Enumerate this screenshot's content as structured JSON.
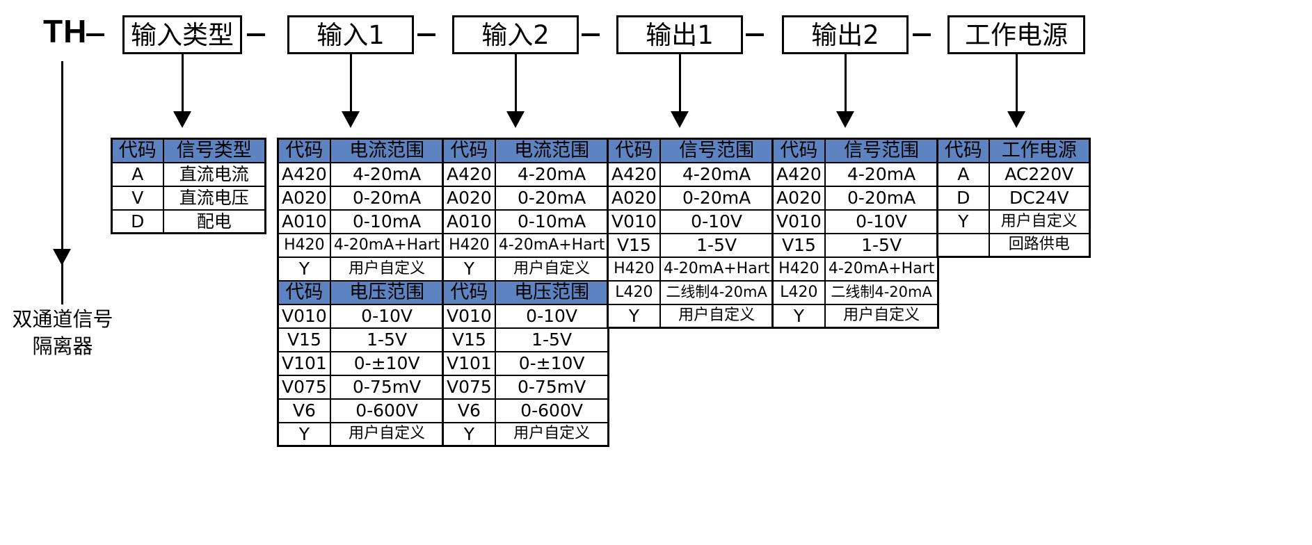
{
  "header": {
    "model_prefix": "TH",
    "separator": "—",
    "segments": [
      {
        "label": "输入类型"
      },
      {
        "label": "输入1"
      },
      {
        "label": "输入2"
      },
      {
        "label": "输出1"
      },
      {
        "label": "输出2"
      },
      {
        "label": "工作电源"
      }
    ]
  },
  "device_caption": "双通道信号\n隔离器",
  "colors": {
    "header_blue": "#5d84c0",
    "line_black": "#000000",
    "cell_white": "#ffffff"
  },
  "tables": [
    {
      "id": "input-type",
      "blocks": [
        {
          "header": {
            "code": "代码",
            "value": "信号类型"
          },
          "rows": [
            {
              "code": "A",
              "value": "直流电流"
            },
            {
              "code": "V",
              "value": "直流电压"
            },
            {
              "code": "D",
              "value": "配电"
            }
          ]
        }
      ]
    },
    {
      "id": "input-1",
      "blocks": [
        {
          "header": {
            "code": "代码",
            "value": "电流范围"
          },
          "rows": [
            {
              "code": "A420",
              "value": "4-20mA"
            },
            {
              "code": "A020",
              "value": "0-20mA"
            },
            {
              "code": "A010",
              "value": "0-10mA"
            },
            {
              "code": "H420",
              "value": "4-20mA+Hart"
            },
            {
              "code": "Y",
              "value": "用户自定义"
            }
          ]
        },
        {
          "header": {
            "code": "代码",
            "value": "电压范围"
          },
          "rows": [
            {
              "code": "V010",
              "value": "0-10V"
            },
            {
              "code": "V15",
              "value": "1-5V"
            },
            {
              "code": "V101",
              "value": "0-±10V"
            },
            {
              "code": "V075",
              "value": "0-75mV"
            },
            {
              "code": "V6",
              "value": "0-600V"
            },
            {
              "code": "Y",
              "value": "用户自定义"
            }
          ]
        }
      ]
    },
    {
      "id": "input-2",
      "blocks": [
        {
          "header": {
            "code": "代码",
            "value": "电流范围"
          },
          "rows": [
            {
              "code": "A420",
              "value": "4-20mA"
            },
            {
              "code": "A020",
              "value": "0-20mA"
            },
            {
              "code": "A010",
              "value": "0-10mA"
            },
            {
              "code": "H420",
              "value": "4-20mA+Hart"
            },
            {
              "code": "Y",
              "value": "用户自定义"
            }
          ]
        },
        {
          "header": {
            "code": "代码",
            "value": "电压范围"
          },
          "rows": [
            {
              "code": "V010",
              "value": "0-10V"
            },
            {
              "code": "V15",
              "value": "1-5V"
            },
            {
              "code": "V101",
              "value": "0-±10V"
            },
            {
              "code": "V075",
              "value": "0-75mV"
            },
            {
              "code": "V6",
              "value": "0-600V"
            },
            {
              "code": "Y",
              "value": "用户自定义"
            }
          ]
        }
      ]
    },
    {
      "id": "output-1",
      "blocks": [
        {
          "header": {
            "code": "代码",
            "value": "信号范围"
          },
          "rows": [
            {
              "code": "A420",
              "value": "4-20mA"
            },
            {
              "code": "A020",
              "value": "0-20mA"
            },
            {
              "code": "V010",
              "value": "0-10V"
            },
            {
              "code": "V15",
              "value": "1-5V"
            },
            {
              "code": "H420",
              "value": "4-20mA+Hart"
            },
            {
              "code": "L420",
              "value": "二线制4-20mA"
            },
            {
              "code": "Y",
              "value": "用户自定义"
            }
          ]
        }
      ]
    },
    {
      "id": "output-2",
      "blocks": [
        {
          "header": {
            "code": "代码",
            "value": "信号范围"
          },
          "rows": [
            {
              "code": "A420",
              "value": "4-20mA"
            },
            {
              "code": "A020",
              "value": "0-20mA"
            },
            {
              "code": "V010",
              "value": "0-10V"
            },
            {
              "code": "V15",
              "value": "1-5V"
            },
            {
              "code": "H420",
              "value": "4-20mA+Hart"
            },
            {
              "code": "L420",
              "value": "二线制4-20mA"
            },
            {
              "code": "Y",
              "value": "用户自定义"
            }
          ]
        }
      ]
    },
    {
      "id": "power-supply",
      "blocks": [
        {
          "header": {
            "code": "代码",
            "value": "工作电源"
          },
          "rows": [
            {
              "code": "A",
              "value": "AC220V"
            },
            {
              "code": "D",
              "value": "DC24V"
            },
            {
              "code": "Y",
              "value": "用户自定义"
            },
            {
              "code": "",
              "value": "回路供电"
            }
          ]
        }
      ]
    }
  ]
}
